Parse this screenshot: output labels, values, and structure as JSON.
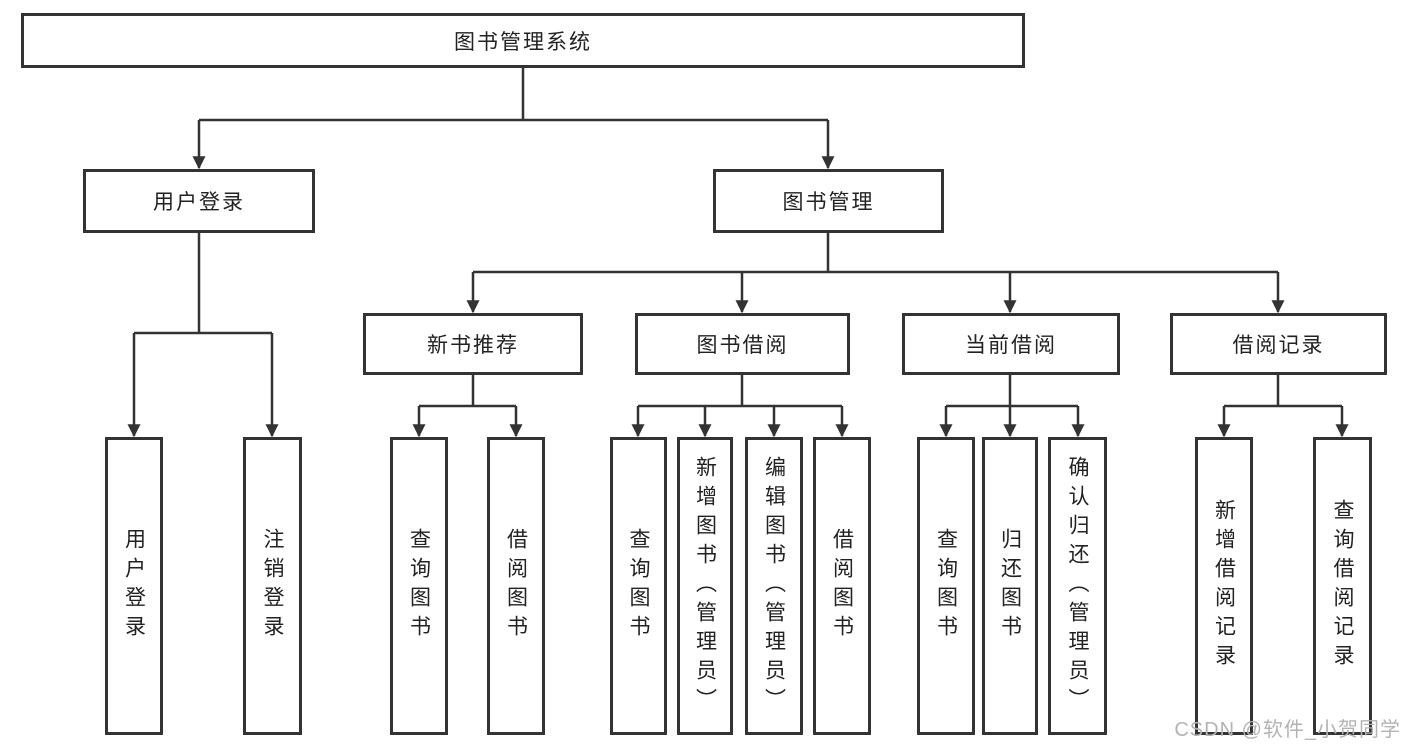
{
  "meta": {
    "background": "#ffffff",
    "line_color": "#333333",
    "border_color": "#333333",
    "text_color": "#222222",
    "watermark_color": "#b3b3b3"
  },
  "watermark": {
    "text": "CSDN @软件_小贺同学"
  },
  "tree": {
    "label": "图书管理系统",
    "children": [
      {
        "label": "用户登录",
        "children": [
          {
            "label": "用户登录"
          },
          {
            "label": "注销登录"
          }
        ]
      },
      {
        "label": "图书管理",
        "children": [
          {
            "label": "新书推荐",
            "children": [
              {
                "label": "查询图书"
              },
              {
                "label": "借阅图书"
              }
            ]
          },
          {
            "label": "图书借阅",
            "children": [
              {
                "label": "查询图书"
              },
              {
                "label": "新增图书（管理员）"
              },
              {
                "label": "编辑图书（管理员）"
              },
              {
                "label": "借阅图书"
              }
            ]
          },
          {
            "label": "当前借阅",
            "children": [
              {
                "label": "查询图书"
              },
              {
                "label": "归还图书"
              },
              {
                "label": "确认归还（管理员）"
              }
            ]
          },
          {
            "label": "借阅记录",
            "children": [
              {
                "label": "新增借阅记录"
              },
              {
                "label": "查询借阅记录"
              }
            ]
          }
        ]
      }
    ]
  }
}
